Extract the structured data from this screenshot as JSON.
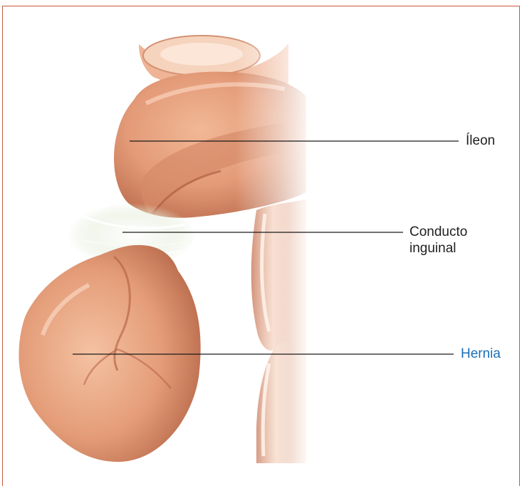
{
  "labels": {
    "ileon": "Íleon",
    "conducto_line1": "Conducto",
    "conducto_line2": "inguinal",
    "hernia": "Hernia"
  },
  "colors": {
    "frame": "#c9573f",
    "label_text": "#1f1f1f",
    "hernia_label": "#1a6fb7",
    "tissue_base": "#e8a07e",
    "tissue_shadow": "#b8684a",
    "tissue_highlight": "#f6cdb4"
  }
}
